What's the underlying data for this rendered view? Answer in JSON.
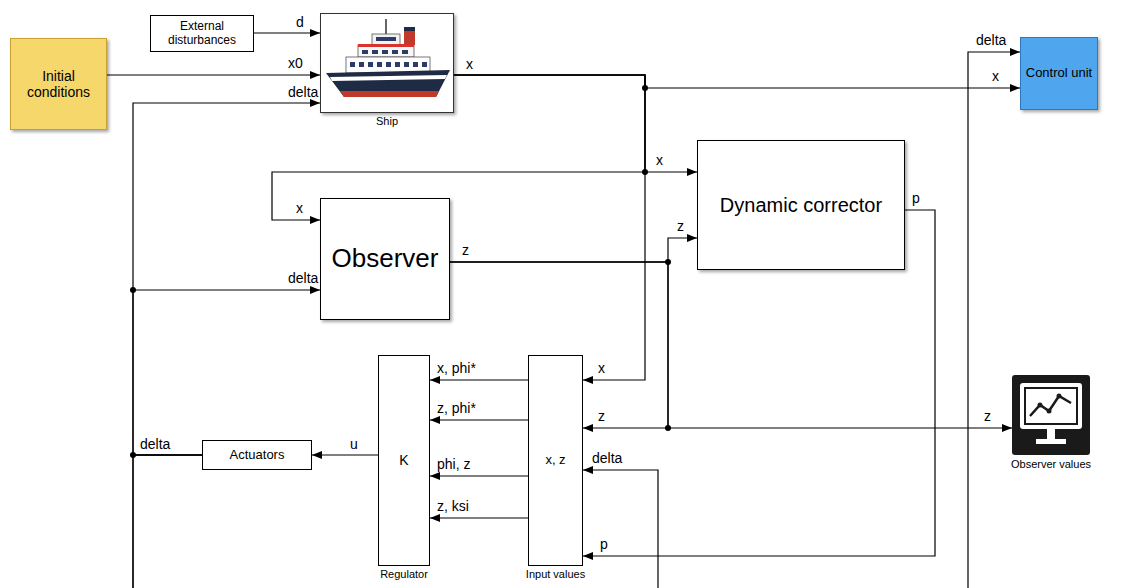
{
  "diagram": {
    "nodes": [
      {
        "text": [
          "Initial conditions"
        ]
      },
      {
        "text": [
          "External disturbances"
        ]
      },
      {
        "text": [
          "Ship"
        ]
      },
      {
        "text": [
          "Control unit"
        ]
      },
      {
        "text": [
          "Dynamic corrector"
        ]
      },
      {
        "text": [
          "Observer"
        ]
      },
      {
        "text": [
          "K",
          "Regulator"
        ]
      },
      {
        "text": [
          "x, z",
          "Input values"
        ]
      },
      {
        "text": [
          "Actuators"
        ]
      },
      {
        "text": [
          "Observer values"
        ]
      }
    ],
    "edges": [
      {
        "from": 1,
        "to": 2,
        "arrow": "to"
      },
      {
        "from": 0,
        "to": 2,
        "arrow": "to"
      },
      {
        "from": 2,
        "to": 3,
        "arrow": "to"
      },
      {
        "from": 2,
        "to": 4,
        "arrow": "to"
      },
      {
        "from": 2,
        "to": 5,
        "arrow": "to"
      },
      {
        "from": 2,
        "to": 7,
        "arrow": "to"
      },
      {
        "from": 5,
        "to": 4,
        "arrow": "to"
      },
      {
        "from": 5,
        "to": 7,
        "arrow": "to"
      },
      {
        "from": 5,
        "to": 9,
        "arrow": "to"
      },
      {
        "from": 4,
        "to": 7,
        "arrow": "to"
      },
      {
        "from": 7,
        "to": 6,
        "arrow": "to"
      },
      {
        "from": 7,
        "to": 6,
        "arrow": "to"
      },
      {
        "from": 7,
        "to": 6,
        "arrow": "to"
      },
      {
        "from": 7,
        "to": 6,
        "arrow": "to"
      },
      {
        "from": 6,
        "to": 8,
        "arrow": "to"
      },
      {
        "from": 8,
        "to": 2,
        "arrow": "to"
      },
      {
        "from": 8,
        "to": 5,
        "arrow": "to"
      },
      {
        "from": 8,
        "to": 3,
        "arrow": "to"
      },
      {
        "from": 8,
        "to": 7,
        "arrow": "to"
      }
    ],
    "labels": [
      "d",
      "x0",
      "delta",
      "x",
      "delta",
      "x",
      "x",
      "z",
      "p",
      "x",
      "delta",
      "z",
      "x, phi*",
      "z, phi*",
      "phi, z",
      "z, ksi",
      "x",
      "z",
      "delta",
      "p",
      "u",
      "delta",
      "z"
    ]
  }
}
